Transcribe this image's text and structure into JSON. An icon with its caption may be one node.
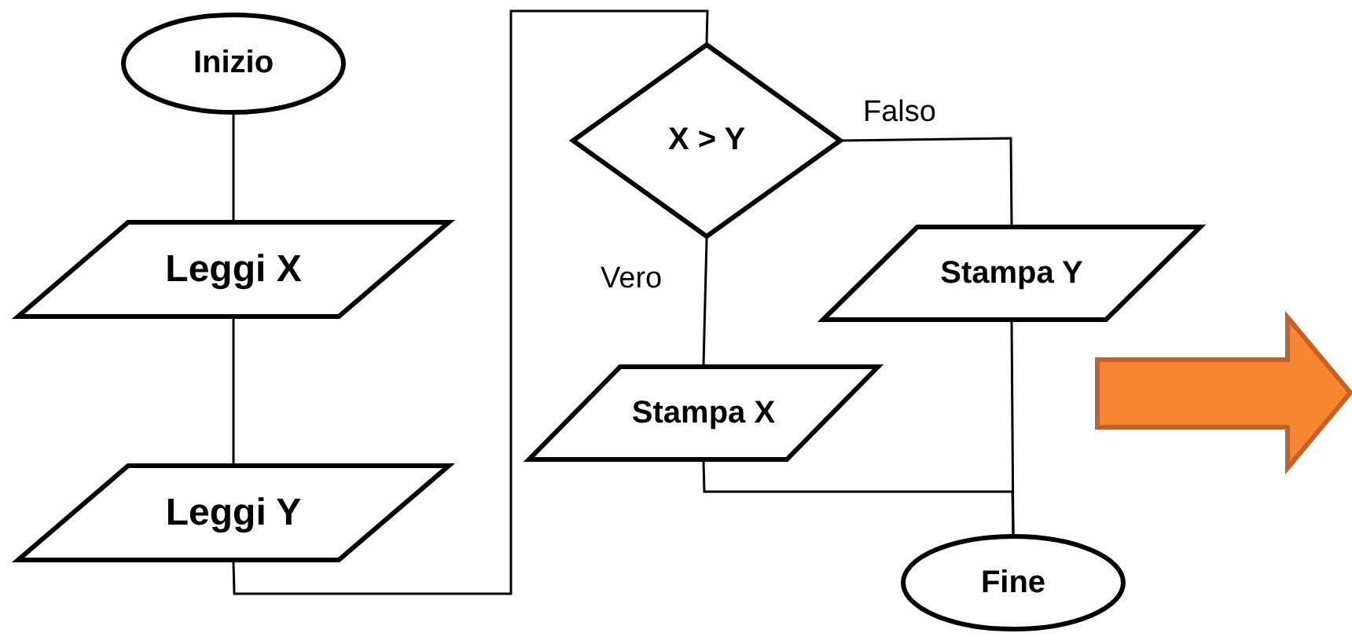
{
  "diagram": {
    "nodes": [
      {
        "text": [
          "Inizio"
        ]
      },
      {
        "text": [
          "Leggi X"
        ]
      },
      {
        "text": [
          "Leggi Y"
        ]
      },
      {
        "text": [
          "X > Y"
        ]
      },
      {
        "text": [
          "Stampa Y"
        ]
      },
      {
        "text": [
          "Stampa X"
        ]
      },
      {
        "text": [
          "Fine"
        ]
      }
    ],
    "edges": [
      {
        "from": 0,
        "to": 1,
        "arrow": "none"
      },
      {
        "from": 1,
        "to": 2,
        "arrow": "none"
      },
      {
        "from": 2,
        "to": 3,
        "arrow": "none"
      },
      {
        "from": 3,
        "to": 5,
        "arrow": "none",
        "label": "Vero"
      },
      {
        "from": 3,
        "to": 4,
        "arrow": "none",
        "label": "Falso"
      },
      {
        "from": 5,
        "to": 6,
        "arrow": "none"
      },
      {
        "from": 4,
        "to": 6,
        "arrow": "none"
      }
    ]
  }
}
